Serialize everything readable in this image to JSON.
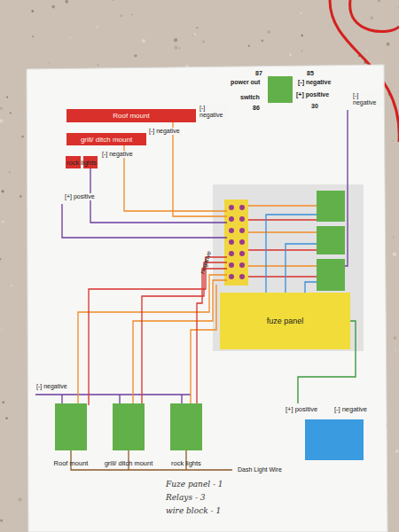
{
  "diagram": {
    "nodes": [
      {
        "text": [
          "Roof mount"
        ]
      },
      {
        "text": [
          "grill/ ditch mount"
        ]
      },
      {
        "text": [
          "rock lights"
        ]
      },
      {
        "text": [
          "fuze panel"
        ]
      },
      {
        "text": [
          "[+] positive",
          "[-] negative"
        ]
      },
      {
        "text": [
          "Roof mount"
        ]
      },
      {
        "text": [
          "grill/ ditch mount"
        ]
      },
      {
        "text": [
          "rock lights"
        ]
      }
    ],
    "edges": [
      {
        "from": 3,
        "to": 4,
        "arrow": "none"
      }
    ],
    "labels": [
      "87",
      "power out",
      "85",
      "[-] negative",
      "switch",
      "86",
      "[+] positive",
      "30",
      "[-] negative",
      "[-] negative",
      "[-] negative",
      "[+] positive",
      "[-] negative",
      "negative",
      "[-] negative",
      "Dash Light Wire",
      "Fuze panel - 1",
      "Relays - 3",
      "wire block - 1"
    ]
  }
}
